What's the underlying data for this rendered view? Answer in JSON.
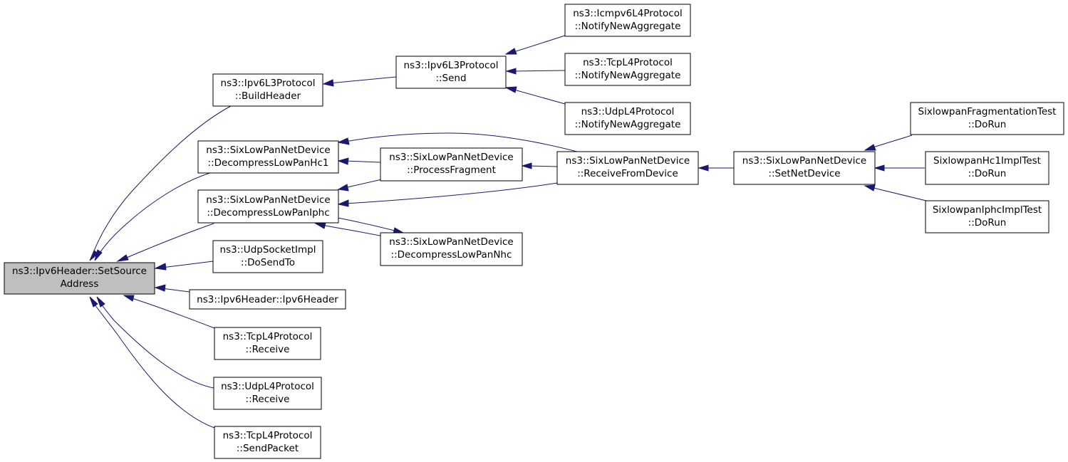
{
  "diagram": {
    "colors": {
      "edge": "#191970",
      "root_fill": "#bfbfbf",
      "node_fill": "#ffffff",
      "node_border": "#000000"
    },
    "nodes": {
      "setsource": {
        "lines": [
          "ns3::Ipv6Header::SetSource",
          "Address"
        ]
      },
      "buildheader": {
        "lines": [
          "ns3::Ipv6L3Protocol",
          "::BuildHeader"
        ]
      },
      "send": {
        "lines": [
          "ns3::Ipv6L3Protocol",
          "::Send"
        ]
      },
      "icmpnotify": {
        "lines": [
          "ns3::Icmpv6L4Protocol",
          "::NotifyNewAggregate"
        ]
      },
      "tcpnotify": {
        "lines": [
          "ns3::TcpL4Protocol",
          "::NotifyNewAggregate"
        ]
      },
      "udpnotify": {
        "lines": [
          "ns3::UdpL4Protocol",
          "::NotifyNewAggregate"
        ]
      },
      "dechc1": {
        "lines": [
          "ns3::SixLowPanNetDevice",
          "::DecompressLowPanHc1"
        ]
      },
      "deciphc": {
        "lines": [
          "ns3::SixLowPanNetDevice",
          "::DecompressLowPanIphc"
        ]
      },
      "procfrag": {
        "lines": [
          "ns3::SixLowPanNetDevice",
          "::ProcessFragment"
        ]
      },
      "decnhc": {
        "lines": [
          "ns3::SixLowPanNetDevice",
          "::DecompressLowPanNhc"
        ]
      },
      "recvdev": {
        "lines": [
          "ns3::SixLowPanNetDevice",
          "::ReceiveFromDevice"
        ]
      },
      "setnetdev": {
        "lines": [
          "ns3::SixLowPanNetDevice",
          "::SetNetDevice"
        ]
      },
      "fragtest": {
        "lines": [
          "SixlowpanFragmentationTest",
          "::DoRun"
        ]
      },
      "hc1test": {
        "lines": [
          "SixlowpanHc1ImplTest",
          "::DoRun"
        ]
      },
      "iphctest": {
        "lines": [
          "SixlowpanIphcImplTest",
          "::DoRun"
        ]
      },
      "udpsock": {
        "lines": [
          "ns3::UdpSocketImpl",
          "::DoSendTo"
        ]
      },
      "ipv6ctor": {
        "lines": [
          "ns3::Ipv6Header::Ipv6Header"
        ]
      },
      "tcprecv": {
        "lines": [
          "ns3::TcpL4Protocol",
          "::Receive"
        ]
      },
      "udprecv": {
        "lines": [
          "ns3::UdpL4Protocol",
          "::Receive"
        ]
      },
      "tcpsend": {
        "lines": [
          "ns3::TcpL4Protocol",
          "::SendPacket"
        ]
      }
    },
    "edges": [
      [
        "buildheader",
        "setsource"
      ],
      [
        "dechc1",
        "setsource"
      ],
      [
        "deciphc",
        "setsource"
      ],
      [
        "udpsock",
        "setsource"
      ],
      [
        "ipv6ctor",
        "setsource"
      ],
      [
        "tcprecv",
        "setsource"
      ],
      [
        "udprecv",
        "setsource"
      ],
      [
        "tcpsend",
        "setsource"
      ],
      [
        "send",
        "buildheader"
      ],
      [
        "icmpnotify",
        "send"
      ],
      [
        "tcpnotify",
        "send"
      ],
      [
        "udpnotify",
        "send"
      ],
      [
        "recvdev",
        "dechc1"
      ],
      [
        "procfrag",
        "dechc1"
      ],
      [
        "recvdev",
        "deciphc"
      ],
      [
        "procfrag",
        "deciphc"
      ],
      [
        "decnhc",
        "deciphc"
      ],
      [
        "deciphc",
        "decnhc"
      ],
      [
        "recvdev",
        "procfrag"
      ],
      [
        "setnetdev",
        "recvdev"
      ],
      [
        "fragtest",
        "setnetdev"
      ],
      [
        "hc1test",
        "setnetdev"
      ],
      [
        "iphctest",
        "setnetdev"
      ]
    ]
  }
}
